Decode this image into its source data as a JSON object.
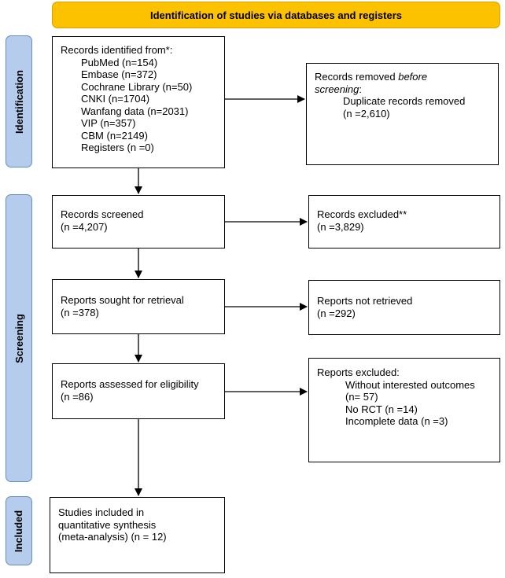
{
  "header": {
    "title": "Identification of studies via databases and registers"
  },
  "phases": {
    "identification": "Identification",
    "screening": "Screening",
    "included": "Included"
  },
  "identification": {
    "records_title": "Records identified from*:",
    "sources": [
      "PubMed (n=154)",
      "Embase (n=372)",
      "Cochrane Library (n=50)",
      "CNKI (n=1704)",
      "Wanfang data (n=2031)",
      "VIP (n=357)",
      "CBM (n=2149)",
      "Registers (n =0)"
    ],
    "removed": {
      "prefix": "Records removed ",
      "emph1": "before",
      "emph2": "screening",
      "suffix": ":",
      "item": "Duplicate records removed",
      "count": "(n =2,610)"
    }
  },
  "screening": {
    "screened": {
      "title": "Records screened",
      "count": "(n =4,207)"
    },
    "excluded": {
      "title": "Records excluded**",
      "count": "(n =3,829)"
    },
    "sought": {
      "title": "Reports sought for retrieval",
      "count": "(n =378)"
    },
    "not_retrieved": {
      "title": "Reports not retrieved",
      "count": "(n =292)"
    },
    "assessed": {
      "title": "Reports assessed for eligibility",
      "count": "(n =86)"
    },
    "reports_excluded": {
      "title": "Reports excluded:",
      "reasons": [
        "Without interested outcomes",
        "(n= 57)",
        "No RCT (n =14)",
        "Incomplete data (n =3)"
      ]
    }
  },
  "included": {
    "studies": [
      "Studies included in",
      "quantitative synthesis",
      "(meta-analysis) (n = 12)"
    ]
  }
}
